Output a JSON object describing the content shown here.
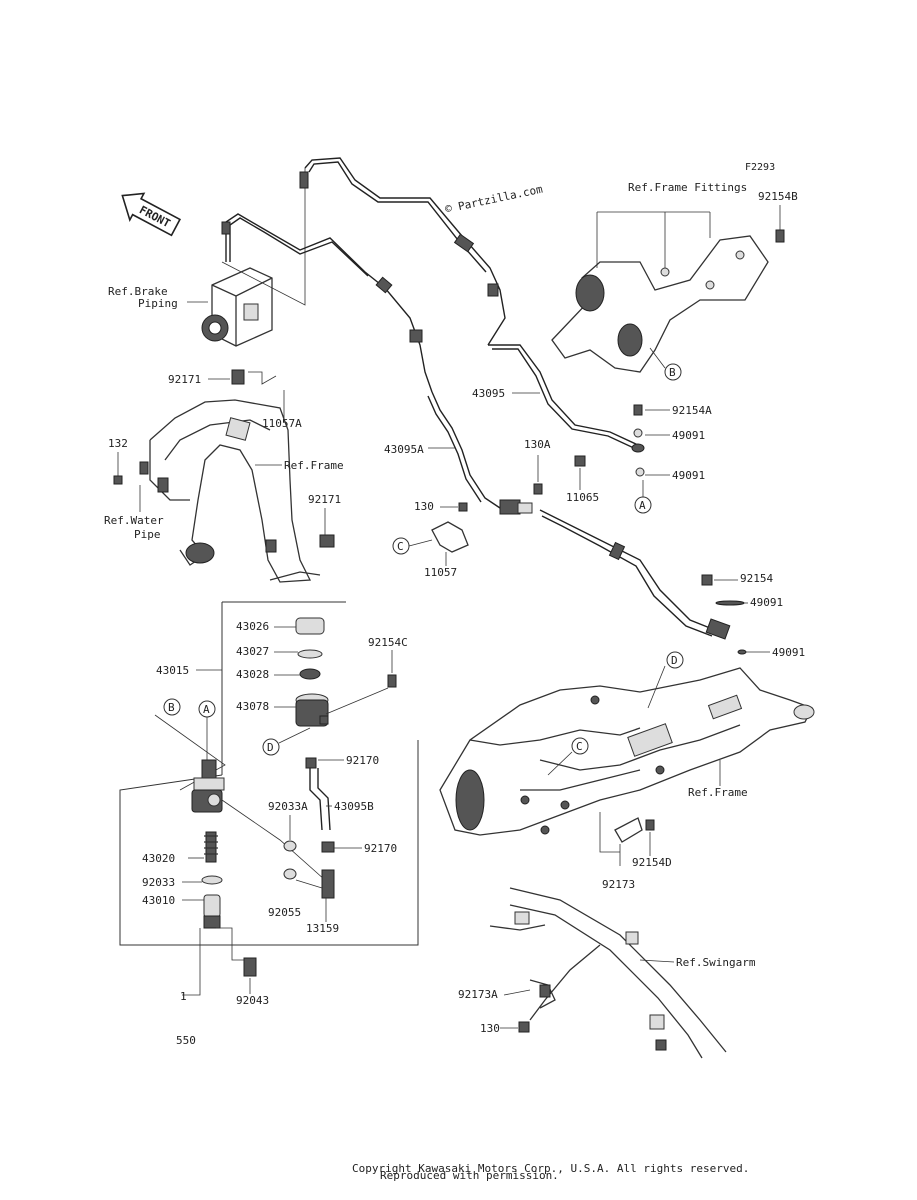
{
  "diagram_id": "F2293",
  "watermark": "© Partzilla.com",
  "front_label": "FRONT",
  "page_number": "550",
  "footer_line1": "Copyright Kawasaki Motors Corp., U.S.A. All rights reserved.",
  "footer_line2": "Reproduced with permission.",
  "refs": {
    "brake_piping_1": "Ref.Brake",
    "brake_piping_2": "Piping",
    "frame_fittings": "Ref.Frame Fittings",
    "frame_1": "Ref.Frame",
    "water_pipe_1": "Ref.Water",
    "water_pipe_2": "Pipe",
    "frame_2": "Ref.Frame",
    "swingarm": "Ref.Swingarm"
  },
  "callouts": {
    "A1": "A",
    "A2": "A",
    "B1": "B",
    "B2": "B",
    "C1": "C",
    "C2": "C",
    "D1": "D",
    "D2": "D"
  },
  "parts": {
    "p92154B": "92154B",
    "p92171a": "92171",
    "p11057A": "11057A",
    "p132": "132",
    "p92171b": "92171",
    "p43095": "43095",
    "p92154A": "92154A",
    "p49091a": "49091",
    "p49091b": "49091",
    "p43095A": "43095A",
    "p130A": "130A",
    "p11065": "11065",
    "p130a": "130",
    "p11057": "11057",
    "p92154": "92154",
    "p49091c": "49091",
    "p49091d": "49091",
    "p43026": "43026",
    "p43027": "43027",
    "p43028": "43028",
    "p43078": "43078",
    "p43015": "43015",
    "p92154C": "92154C",
    "p92170a": "92170",
    "p92033A": "92033A",
    "p43095B": "43095B",
    "p92170b": "92170",
    "p43020": "43020",
    "p92033": "92033",
    "p43010": "43010",
    "p92055": "92055",
    "p13159": "13159",
    "p1": "1",
    "p92043": "92043",
    "p92173": "92173",
    "p92154D": "92154D",
    "p92173A": "92173A",
    "p130b": "130"
  }
}
